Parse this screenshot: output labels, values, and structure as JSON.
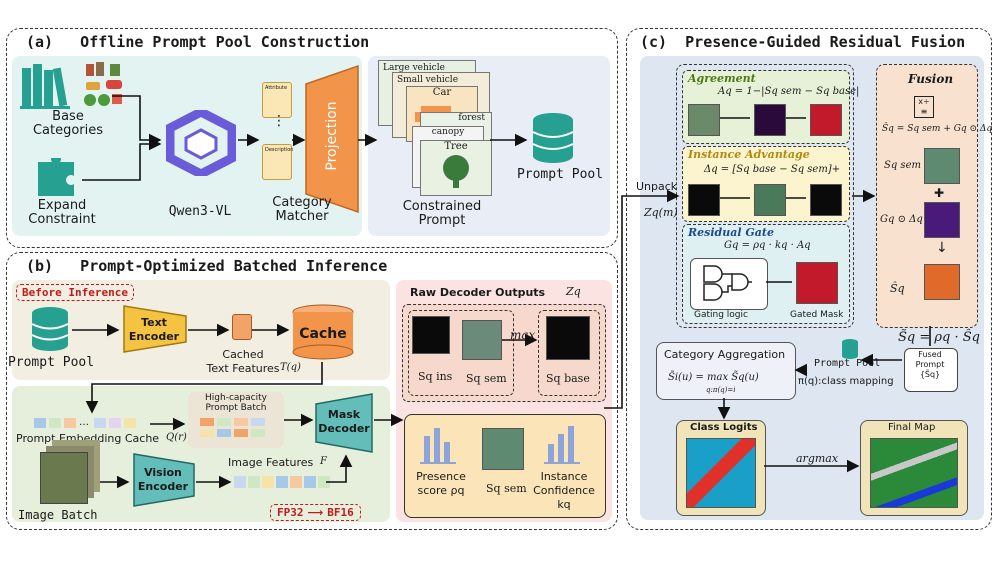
{
  "panel_a": {
    "title": "(a)   Offline Prompt Pool Construction",
    "base_categories": "Base\nCategories",
    "expand_constraint": "Expand\nConstraint",
    "qwen": "Qwen3-VL",
    "projection": "Projection",
    "category_matcher": "Category\nMatcher",
    "constrained_prompt": "Constrained\nPrompt",
    "prompt_pool": "Prompt Pool",
    "prompt_cards": [
      "Large vehicle",
      "Small vehicle",
      "Car",
      "forest",
      "canopy",
      "Tree"
    ],
    "doc_attribute": "Attribute",
    "doc_description": "Description"
  },
  "panel_b": {
    "title": "(b)   Prompt-Optimized Batched Inference",
    "before_inference": "Before Inference",
    "prompt_pool": "Prompt Pool",
    "text_encoder": "Text\nEncoder",
    "cached_text_features": "Cached\nText Features",
    "tq": "T(q)",
    "cache": "Cache",
    "prompt_embedding_cache": "Prompt Embedding Cache",
    "qr": "Q(r)",
    "high_capacity": "High-capacity\nPrompt Batch",
    "mask_decoder": "Mask\nDecoder",
    "image_features": "Image Features",
    "f": "F",
    "image_batch": "Image Batch",
    "vision_encoder": "Vision\nEncoder",
    "fp32": "FP32",
    "bf16": "BF16",
    "raw_decoder_outputs": "Raw Decoder Outputs",
    "zq": "Zq",
    "s_ins": "Sq ins",
    "s_sem": "Sq sem",
    "max": "max",
    "s_base": "Sq base",
    "presence_score": "Presence\nscore ρq",
    "s_sem2": "Sq sem",
    "instance_confidence": "Instance\nConfidence kq"
  },
  "panel_c": {
    "title": "(c)  Presence-Guided Residual Fusion",
    "unpack": "Unpack",
    "zq_m": "Zq(m)",
    "agreement": "Agreement",
    "agreement_eq": "Aq = 1−|Sq sem − Sq base|",
    "instance_advantage": "Instance Advantage",
    "instance_eq": "Δq = [Sq base − Sq sem]+",
    "residual_gate": "Residual Gate",
    "gate_eq": "Gq = ρq · kq · Aq",
    "gating_logic": "Gating logic",
    "gated_mask": "Gated Mask",
    "fusion": "Fusion",
    "fusion_eq": "Ŝq = Sq sem + Gq ⊙ Δq",
    "f_ssem": "Sq sem",
    "f_plus": "✚",
    "f_gdelta": "Gq ⊙ Δq",
    "f_shat": "Ŝq",
    "final_eq": "S̃q = ρq · Ŝq",
    "fused_prompt": "Fused\nPrompt\n{S̃q}",
    "prompt_pool": "Prompt Pool",
    "class_mapping": "π(q):class mapping",
    "category_aggregation": "Category Aggregation",
    "agg_eq": "S̃i(u) = max S̃q(u)",
    "agg_sub": "q:π(q)=i",
    "class_logits": "Class Logits",
    "argmax": "argmax",
    "final_map": "Final Map"
  },
  "colors": {
    "panel_a_bg": "#e3f3f1",
    "panel_a_right": "#e8edf6",
    "panel_b_top": "#f2efe2",
    "panel_b_bottom": "#e6efdc",
    "panel_b_right": "#fbe3e2",
    "panel_c_bg": "#dde6f1",
    "agreement_bg": "#e6f1d7",
    "instance_bg": "#fbf4cf",
    "residual_bg": "#dff0f3",
    "fusion_bg": "#f8e2cf",
    "teal": "#1f9e8e",
    "orange": "#f2954b",
    "dark_red": "#c21a1a"
  }
}
